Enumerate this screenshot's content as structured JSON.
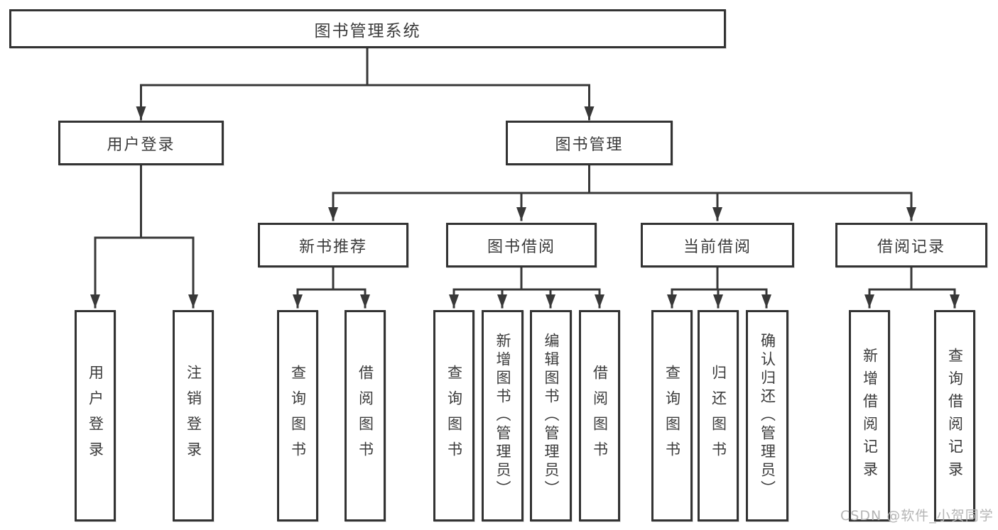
{
  "diagram": {
    "title_node": {
      "label": "图书管理系统"
    },
    "level2": [
      {
        "label": "用户登录"
      },
      {
        "label": "图书管理"
      }
    ],
    "level3": [
      {
        "label": "新书推荐"
      },
      {
        "label": "图书借阅"
      },
      {
        "label": "当前借阅"
      },
      {
        "label": "借阅记录"
      }
    ],
    "leaves": {
      "user_login": [
        {
          "label": "用户登录"
        },
        {
          "label": "注销登录"
        }
      ],
      "new_book_recommend": [
        {
          "label": "查询图书"
        },
        {
          "label": "借阅图书"
        }
      ],
      "book_borrowing": [
        {
          "label": "查询图书"
        },
        {
          "label": "新增图书（管理员）"
        },
        {
          "label": "编辑图书（管理员）"
        },
        {
          "label": "借阅图书"
        }
      ],
      "current_borrowing": [
        {
          "label": "查询图书"
        },
        {
          "label": "归还图书"
        },
        {
          "label": "确认归还（管理员）"
        }
      ],
      "borrow_records": [
        {
          "label": "新增借阅记录"
        },
        {
          "label": "查询借阅记录"
        }
      ]
    },
    "watermark": "CSDN @软件_小贺同学",
    "colors": {
      "line": "#383838",
      "box_border": "#333333",
      "box_fill": "#ffffff",
      "text": "#3b3b3b",
      "watermark": "#b5b5b5",
      "background": "#ffffff"
    }
  }
}
